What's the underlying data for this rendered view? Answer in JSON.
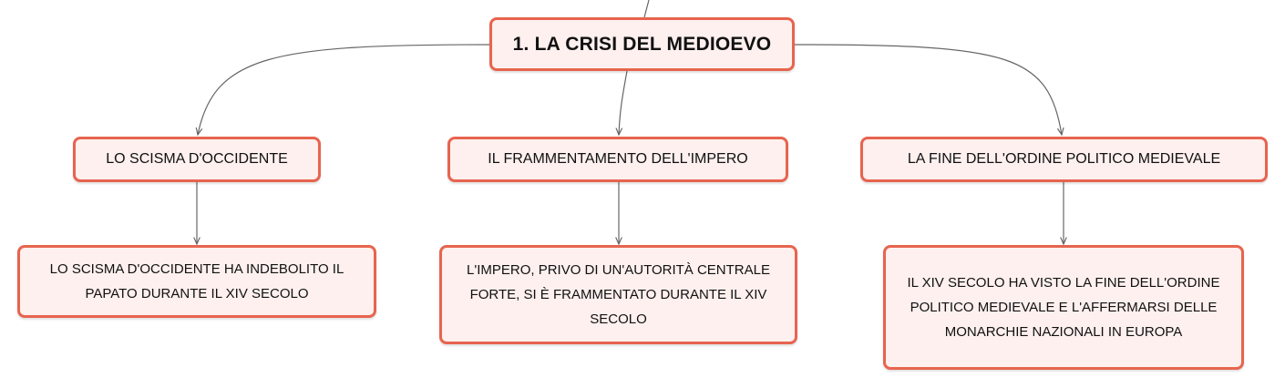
{
  "diagram": {
    "type": "concept-map",
    "root": {
      "label": "1. LA CRISI DEL MEDIOEVO"
    },
    "branches": [
      {
        "label": "LO SCISMA D'OCCIDENTE",
        "detail": "LO SCISMA D'OCCIDENTE HA INDEBOLITO IL PAPATO DURANTE IL XIV SECOLO"
      },
      {
        "label": "IL FRAMMENTAMENTO DELL'IMPERO",
        "detail": "L'IMPERO, PRIVO DI UN'AUTORITÀ CENTRALE FORTE, SI È FRAMMENTATO DURANTE IL XIV SECOLO"
      },
      {
        "label": "LA FINE DELL'ORDINE POLITICO MEDIEVALE",
        "detail": "IL XIV SECOLO HA VISTO LA FINE DELL'ORDINE POLITICO MEDIEVALE E L'AFFERMARSI DELLE MONARCHIE NAZIONALI IN EUROPA"
      }
    ],
    "colors": {
      "node_border": "#e7644f",
      "node_fill": "#fdf0ee",
      "connector": "#666666"
    }
  }
}
